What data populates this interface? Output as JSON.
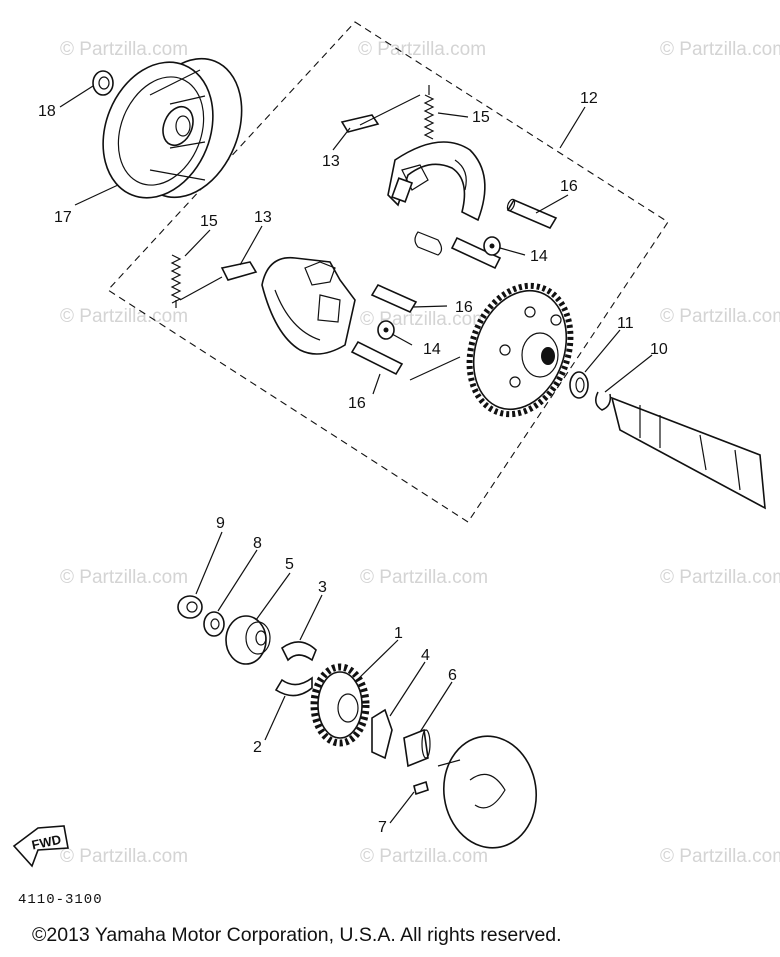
{
  "watermark": "© Partzilla.com",
  "callouts": {
    "c1": "1",
    "c2": "2",
    "c3": "3",
    "c4": "4",
    "c5": "5",
    "c6": "6",
    "c7": "7",
    "c8": "8",
    "c9": "9",
    "c10": "10",
    "c11": "11",
    "c12": "12",
    "c13a": "13",
    "c13b": "13",
    "c14a": "14",
    "c14b": "14",
    "c15a": "15",
    "c15b": "15",
    "c16a": "16",
    "c16b": "16",
    "c16c": "16",
    "c17": "17",
    "c18": "18"
  },
  "fwd_label": "FWD",
  "part_code": "4110-3100",
  "copyright": "©2013  Yamaha Motor Corporation, U.S.A. All rights reserved."
}
